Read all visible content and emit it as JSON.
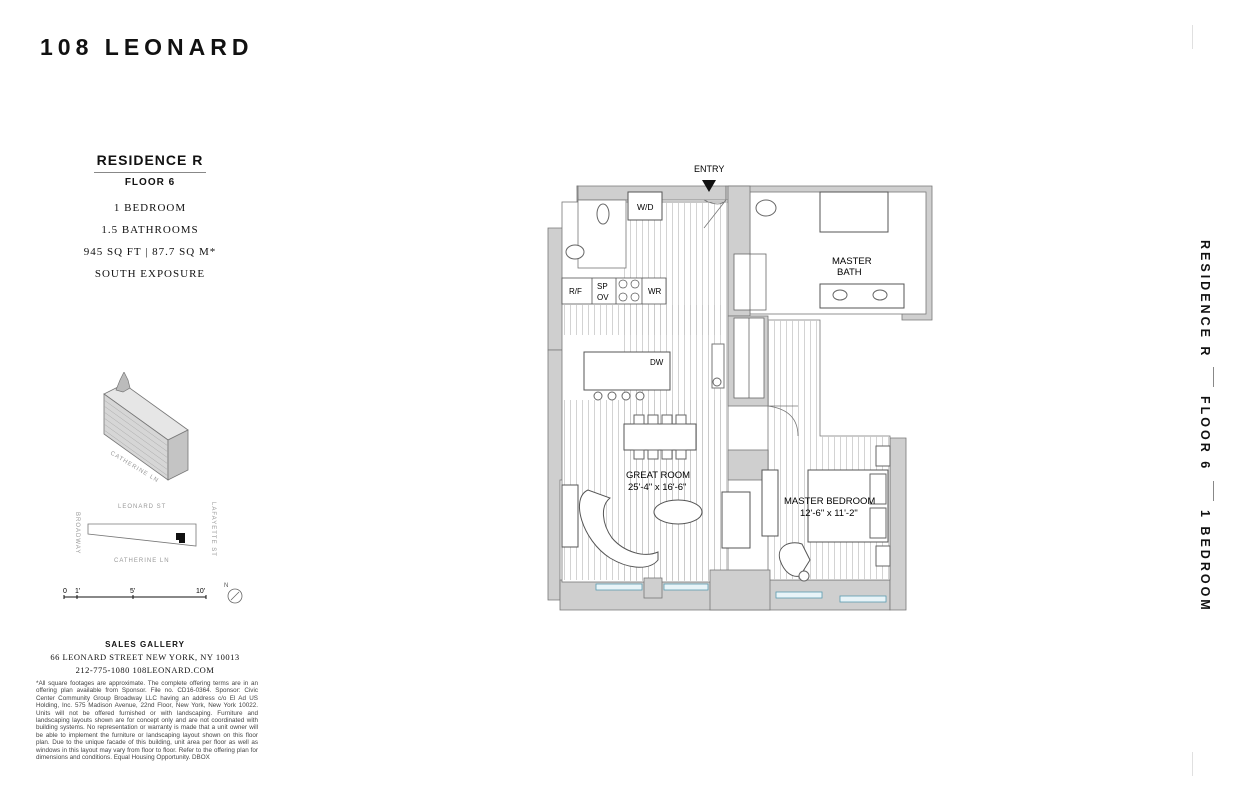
{
  "brand": "108 LEONARD",
  "residence": {
    "title": "RESIDENCE R",
    "floor": "FLOOR 6",
    "bedrooms": "1 BEDROOM",
    "bathrooms": "1.5 BATHROOMS",
    "area": "945 SQ FT | 87.7 SQ M*",
    "exposure": "SOUTH EXPOSURE"
  },
  "plan": {
    "entry": "ENTRY",
    "wd": "W/D",
    "rf": "R/F",
    "sp": "SP",
    "ov": "OV",
    "wr": "WR",
    "dw": "DW",
    "master_bath_1": "MASTER",
    "master_bath_2": "BATH",
    "great_room": "GREAT ROOM",
    "great_room_dims": "25'-4\" x 16'-6\"",
    "master_bedroom": "MASTER BEDROOM",
    "master_bedroom_dims": "12'-6\" x 11'-2\""
  },
  "keyplan": {
    "street_top": "LEONARD ST",
    "street_bottom": "CATHERINE LN",
    "street_left": "BROADWAY",
    "street_right": "LAFAYETTE ST",
    "iso_street": "CATHERINE LN"
  },
  "scale": {
    "t0": "0",
    "t1": "1'",
    "t5": "5'",
    "t10": "10'",
    "north": "N"
  },
  "sales": {
    "title": "SALES GALLERY",
    "address": "66 LEONARD STREET   NEW YORK, NY 10013",
    "contact": "212-775-1080   108LEONARD.COM"
  },
  "disclaimer": "*All square footages are approximate. The complete offering terms are in an offering plan available from Sponsor. File no. CD16-0364. Sponsor: Civic Center Community Group Broadway LLC having an address c/o El Ad US Holding, Inc. 575 Madison Avenue, 22nd Floor, New York, New York 10022. Units will not be offered furnished or with landscaping. Furniture and landscaping layouts shown are for concept only and are not coordinated with building systems. No representation or warranty is made that a unit owner will be able to implement the furniture or landscaping layout shown on this floor plan. Due to the unique facade of this building, unit area per floor as well as windows in this layout may vary from floor to floor. Refer to the offering plan for dimensions and conditions. Equal Housing Opportunity. DBOX",
  "vertical": {
    "residence": "RESIDENCE R",
    "floor": "FLOOR 6",
    "bedroom": "1 BEDROOM"
  }
}
